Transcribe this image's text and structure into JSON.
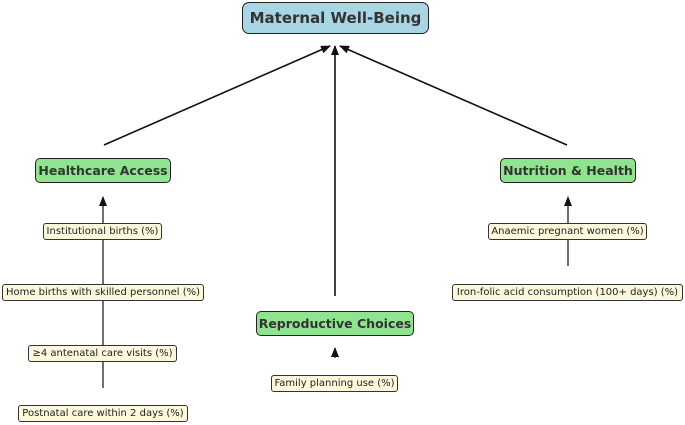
{
  "root": {
    "label": "Maternal Well-Being"
  },
  "categories": [
    {
      "label": "Healthcare Access"
    },
    {
      "label": "Reproductive Choices"
    },
    {
      "label": "Nutrition & Health"
    }
  ],
  "indicators": {
    "healthcare": [
      "Institutional births (%)",
      "Home births with skilled personnel (%)",
      "≥4 antenatal care visits (%)",
      "Postnatal care within 2 days (%)"
    ],
    "reproductive": [
      "Family planning use (%)"
    ],
    "nutrition": [
      "Anaemic pregnant women (%)",
      "Iron-folic acid consumption (100+ days) (%)"
    ]
  },
  "colors": {
    "root_fill": "#a9d6e5",
    "category_fill": "#8fe48f",
    "indicator_fill": "#fbf8dc",
    "stroke": "#222222"
  }
}
